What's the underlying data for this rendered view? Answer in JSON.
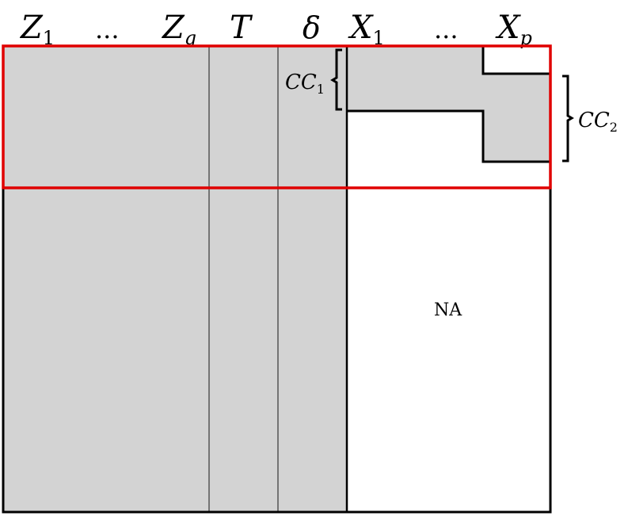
{
  "headers": {
    "z1_main": "Z",
    "z1_sub": "1",
    "dots_left": "...",
    "zq_main": "Z",
    "zq_sub": "q",
    "t": "T",
    "delta": "δ",
    "x1_main": "X",
    "x1_sub": "1",
    "dots_right": "...",
    "xp_main": "X",
    "xp_sub": "p"
  },
  "labels": {
    "cc1_main": "CC",
    "cc1_sub": "1",
    "cc2_main": "CC",
    "cc2_sub": "2",
    "na": "NA"
  },
  "colors": {
    "observed_fill": "#d3d3d3",
    "missing_fill": "#ffffff",
    "outline": "#000000",
    "highlight": "#e00000"
  }
}
